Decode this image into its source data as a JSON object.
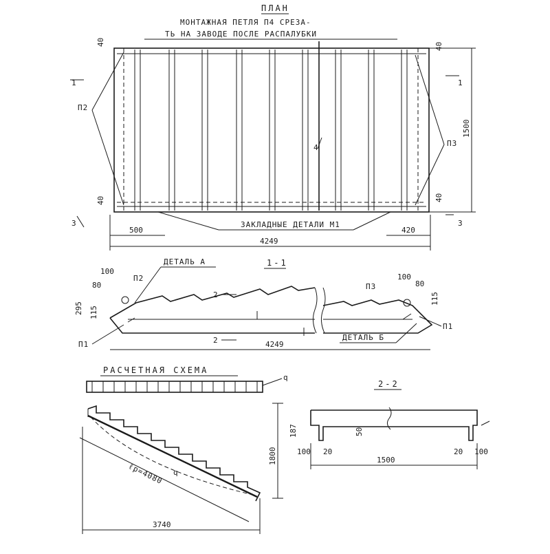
{
  "plan": {
    "title": "ПЛАН",
    "note_line1": "МОНТАЖНАЯ ПЕТЛЯ П4 СРЕЗА-",
    "note_line2": "ТЬ НА ЗАВОДЕ ПОСЛЕ РАСПАЛУБКИ",
    "embedded": "ЗАКЛАДНЫЕ ДЕТАЛИ М1",
    "dim_total": "4249",
    "dim_left": "500",
    "dim_right": "420",
    "dim_height": "1500",
    "dim_40_tl": "40",
    "dim_40_tr": "40",
    "dim_40_bl": "40",
    "dim_40_br": "40",
    "tag_p2": "П2",
    "tag_p3": "П3",
    "tag_p4": "4",
    "sec1_left": "1",
    "sec1_right": "1",
    "sec3_left": "3",
    "sec3_right": "3"
  },
  "section11": {
    "title": "1-1",
    "detail_a": "ДЕТАЛЬ А",
    "detail_b": "ДЕТАЛЬ Б",
    "tag_p1_left": "П1",
    "tag_p1_right": "П1",
    "tag_p2": "П2",
    "tag_p3": "П3",
    "cut_top": "2",
    "cut_bottom": "2",
    "dim_total": "4249",
    "dim_295": "295",
    "dim_115_left": "115",
    "dim_115_right": "115",
    "dim_100_left": "100",
    "dim_80_left": "80",
    "dim_100_right": "100",
    "dim_80_right": "80"
  },
  "scheme": {
    "title": "РАСЧЕТНАЯ СХЕМА",
    "load": "q",
    "span_label": "ℓр=4080",
    "span_q": "q",
    "dim_1800": "1800",
    "dim_3740": "3740"
  },
  "section22": {
    "title": "2-2",
    "dim_1500": "1500",
    "dim_187": "187",
    "dim_50": "50",
    "dim_100_left": "100",
    "dim_20_left": "20",
    "dim_20_right": "20",
    "dim_100_right": "100"
  }
}
